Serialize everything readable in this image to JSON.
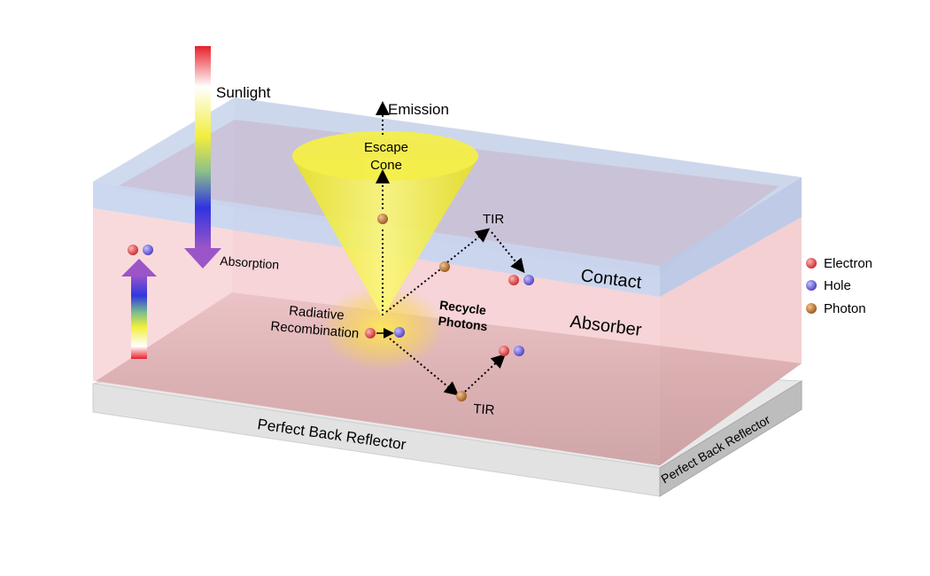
{
  "labels": {
    "sunlight": "Sunlight",
    "emission": "Emission",
    "escape_cone_line1": "Escape",
    "escape_cone_line2": "Cone",
    "absorption": "Absorption",
    "tir_top": "TIR",
    "tir_bottom": "TIR",
    "contact": "Contact",
    "absorber": "Absorber",
    "recycle_line1": "Recycle",
    "recycle_line2": "Photons",
    "radiative_line1": "Radiative",
    "radiative_line2": "Recombination",
    "reflector_front": "Perfect Back Reflector",
    "reflector_side": "Perfect Back Reflector"
  },
  "legend": [
    {
      "label": "Electron",
      "color": "#e04646"
    },
    {
      "label": "Hole",
      "color": "#6a5fd8"
    },
    {
      "label": "Photon",
      "color": "#c47a2c"
    }
  ],
  "colors": {
    "electron": "#e04646",
    "hole": "#6a5fd8",
    "photon": "#c47a2c",
    "contact_layer": "#c6d4ee",
    "absorber_layer": "#f7d0d2",
    "cone": "#f5ef3a",
    "reflector": "#e4e4e4"
  }
}
